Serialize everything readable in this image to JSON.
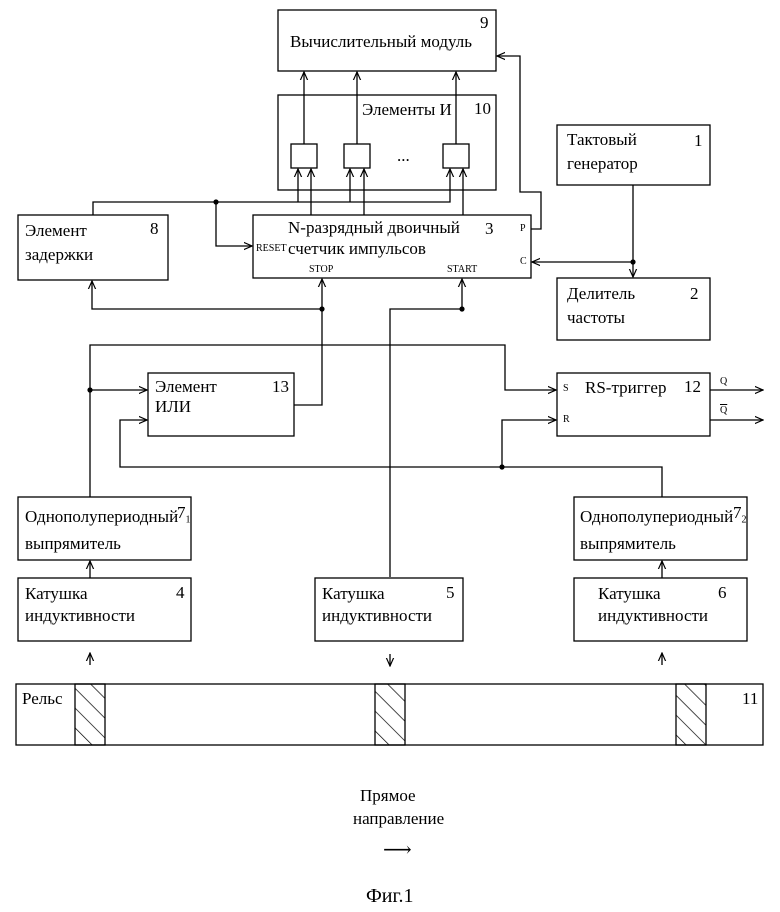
{
  "blocks": {
    "compute": {
      "label": "Вычислительный модуль",
      "num": "9"
    },
    "and_elements": {
      "label": "Элементы И",
      "num": "10",
      "dots": "..."
    },
    "clock": {
      "line1": "Тактовый",
      "line2": "генератор",
      "num": "1"
    },
    "delay": {
      "line1": "Элемент",
      "line2": "задержки",
      "num": "8"
    },
    "counter": {
      "line1": "N-разрядный двоичный",
      "line2": "счетчик импульсов",
      "num": "3",
      "reset": "RESET",
      "stop": "STOP",
      "start": "START",
      "p": "P",
      "c": "C"
    },
    "divider": {
      "line1": "Делитель",
      "line2": "частоты",
      "num": "2"
    },
    "or_elem": {
      "line1": "Элемент",
      "line2": "ИЛИ",
      "num": "13"
    },
    "rs": {
      "label": "RS-триггер",
      "num": "12",
      "s": "S",
      "r": "R",
      "q": "Q",
      "qbar": "Q"
    },
    "rect1": {
      "line1": "Однополупериодный",
      "line2": "выпрямитель",
      "num": "7",
      "sub": "1"
    },
    "rect2": {
      "line1": "Однополупериодный",
      "line2": "выпрямитель",
      "num": "7",
      "sub": "2"
    },
    "coil4": {
      "line1": "Катушка",
      "line2": "индуктивности",
      "num": "4"
    },
    "coil5": {
      "line1": "Катушка",
      "line2": "индуктивности",
      "num": "5"
    },
    "coil6": {
      "line1": "Катушка",
      "line2": "индуктивности",
      "num": "6"
    },
    "rail": {
      "label": "Рельс",
      "num": "11"
    }
  },
  "direction": {
    "line1": "Прямое",
    "line2": "направление",
    "arrow": "⟶"
  },
  "caption": "Фиг.1"
}
